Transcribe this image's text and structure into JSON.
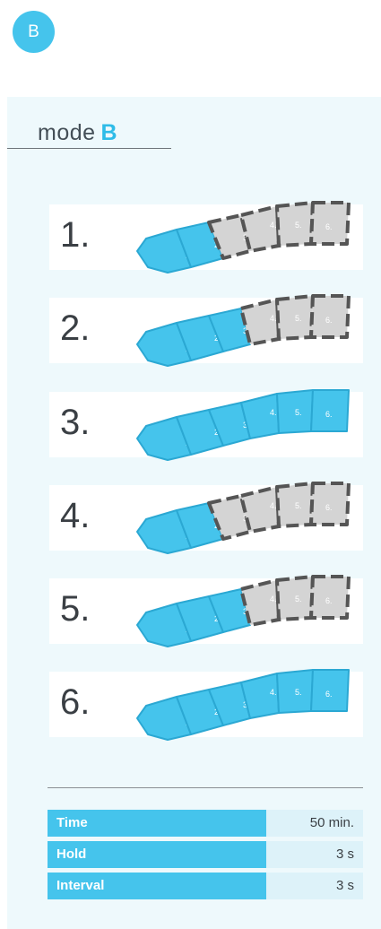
{
  "badge": "B",
  "title": {
    "prefix": "mode",
    "mode": "B"
  },
  "colors": {
    "accent": "#45c4ec",
    "inactive": "#d4d4d4",
    "inactive_border": "#555555"
  },
  "steps": [
    {
      "number": "1.",
      "active_chambers": 2
    },
    {
      "number": "2.",
      "active_chambers": 3
    },
    {
      "number": "3.",
      "active_chambers": 6
    },
    {
      "number": "4.",
      "active_chambers": 2
    },
    {
      "number": "5.",
      "active_chambers": 3
    },
    {
      "number": "6.",
      "active_chambers": 6
    }
  ],
  "chamber_labels": [
    "1.",
    "2.",
    "3.",
    "4.",
    "5.",
    "6."
  ],
  "params": [
    {
      "label": "Time",
      "value": "50 min."
    },
    {
      "label": "Hold",
      "value": "3 s"
    },
    {
      "label": "Interval",
      "value": "3 s"
    }
  ]
}
